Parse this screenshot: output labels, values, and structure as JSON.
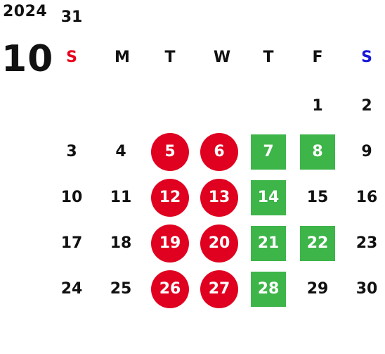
{
  "year": "2024",
  "month": "10",
  "weekdays": [
    "S",
    "M",
    "T",
    "W",
    "T",
    "F",
    "S"
  ],
  "colors": {
    "sunday_label": "#e8001c",
    "saturday_label": "#1818d8",
    "holiday_circle": "#e0001f",
    "highlight_square": "#3db549",
    "text": "#111111"
  },
  "first_weekday_index": 5,
  "days_in_month": 31,
  "red_circle_days": [
    5,
    6,
    12,
    13,
    19,
    20,
    26,
    27
  ],
  "green_square_days": [
    7,
    8,
    14,
    21,
    22,
    28
  ]
}
